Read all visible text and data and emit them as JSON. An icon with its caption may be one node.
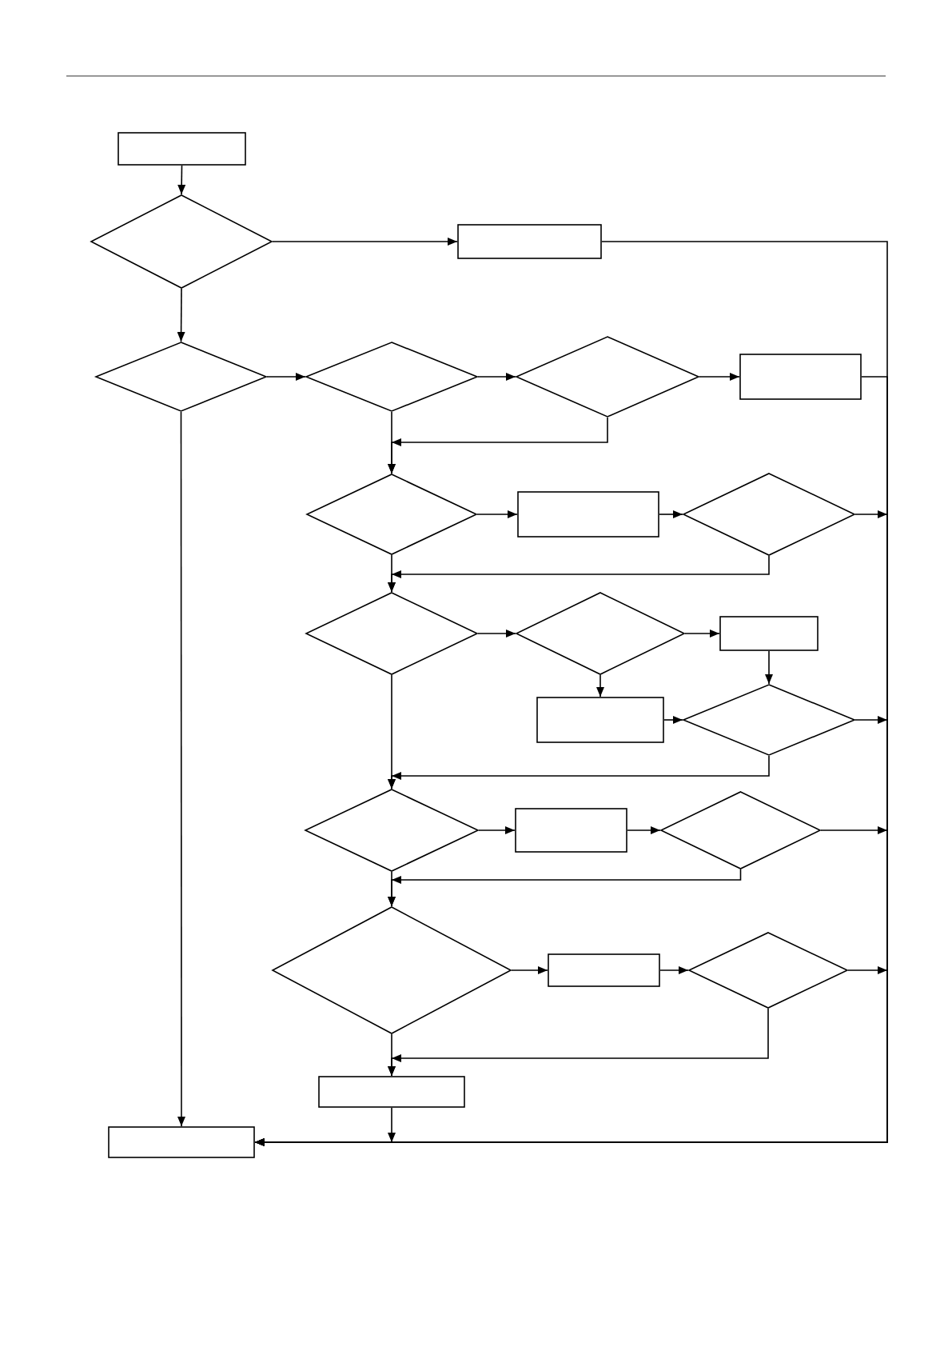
{
  "diagram": {
    "nodes": [
      {
        "text": [],
        "shape": "box"
      },
      {
        "text": [],
        "shape": "diamond"
      },
      {
        "text": [],
        "shape": "box"
      },
      {
        "text": [],
        "shape": "diamond"
      },
      {
        "text": [],
        "shape": "diamond"
      },
      {
        "text": [],
        "shape": "diamond"
      },
      {
        "text": [],
        "shape": "box"
      },
      {
        "text": [],
        "shape": "diamond"
      },
      {
        "text": [],
        "shape": "box"
      },
      {
        "text": [],
        "shape": "diamond"
      },
      {
        "text": [],
        "shape": "diamond"
      },
      {
        "text": [],
        "shape": "diamond"
      },
      {
        "text": [],
        "shape": "box"
      },
      {
        "text": [],
        "shape": "box"
      },
      {
        "text": [],
        "shape": "diamond"
      },
      {
        "text": [],
        "shape": "diamond"
      },
      {
        "text": [],
        "shape": "box"
      },
      {
        "text": [],
        "shape": "diamond"
      },
      {
        "text": [],
        "shape": "diamond"
      },
      {
        "text": [],
        "shape": "box"
      },
      {
        "text": [],
        "shape": "diamond"
      },
      {
        "text": [],
        "shape": "box"
      },
      {
        "text": [],
        "shape": "box"
      }
    ],
    "edges": [
      {
        "from": 0,
        "to": 1,
        "arrow": "to"
      },
      {
        "from": 1,
        "to": 2,
        "arrow": "to"
      },
      {
        "from": 1,
        "to": 3,
        "arrow": "to"
      },
      {
        "from": 2,
        "to": 22,
        "arrow": "to"
      },
      {
        "from": 3,
        "to": 4,
        "arrow": "to"
      },
      {
        "from": 4,
        "to": 5,
        "arrow": "to"
      },
      {
        "from": 5,
        "to": 6,
        "arrow": "to"
      },
      {
        "from": 6,
        "to": 22,
        "arrow": "to"
      },
      {
        "from": 4,
        "to": 7,
        "arrow": "to"
      },
      {
        "from": 5,
        "to": 7,
        "arrow": "to"
      },
      {
        "from": 7,
        "to": 8,
        "arrow": "to"
      },
      {
        "from": 8,
        "to": 9,
        "arrow": "to"
      },
      {
        "from": 9,
        "to": 22,
        "arrow": "to"
      },
      {
        "from": 9,
        "to": 10,
        "arrow": "to"
      },
      {
        "from": 7,
        "to": 10,
        "arrow": "to"
      },
      {
        "from": 10,
        "to": 11,
        "arrow": "to"
      },
      {
        "from": 11,
        "to": 12,
        "arrow": "to"
      },
      {
        "from": 11,
        "to": 13,
        "arrow": "to"
      },
      {
        "from": 12,
        "to": 14,
        "arrow": "to"
      },
      {
        "from": 13,
        "to": 14,
        "arrow": "to"
      },
      {
        "from": 14,
        "to": 22,
        "arrow": "to"
      },
      {
        "from": 14,
        "to": 15,
        "arrow": "to"
      },
      {
        "from": 10,
        "to": 15,
        "arrow": "to"
      },
      {
        "from": 15,
        "to": 16,
        "arrow": "to"
      },
      {
        "from": 16,
        "to": 17,
        "arrow": "to"
      },
      {
        "from": 17,
        "to": 22,
        "arrow": "to"
      },
      {
        "from": 17,
        "to": 18,
        "arrow": "to"
      },
      {
        "from": 15,
        "to": 18,
        "arrow": "to"
      },
      {
        "from": 18,
        "to": 19,
        "arrow": "to"
      },
      {
        "from": 19,
        "to": 20,
        "arrow": "to"
      },
      {
        "from": 20,
        "to": 22,
        "arrow": "to"
      },
      {
        "from": 20,
        "to": 21,
        "arrow": "to"
      },
      {
        "from": 18,
        "to": 21,
        "arrow": "to"
      },
      {
        "from": 21,
        "to": 22,
        "arrow": "to"
      },
      {
        "from": 3,
        "to": 22,
        "arrow": "to"
      }
    ]
  }
}
